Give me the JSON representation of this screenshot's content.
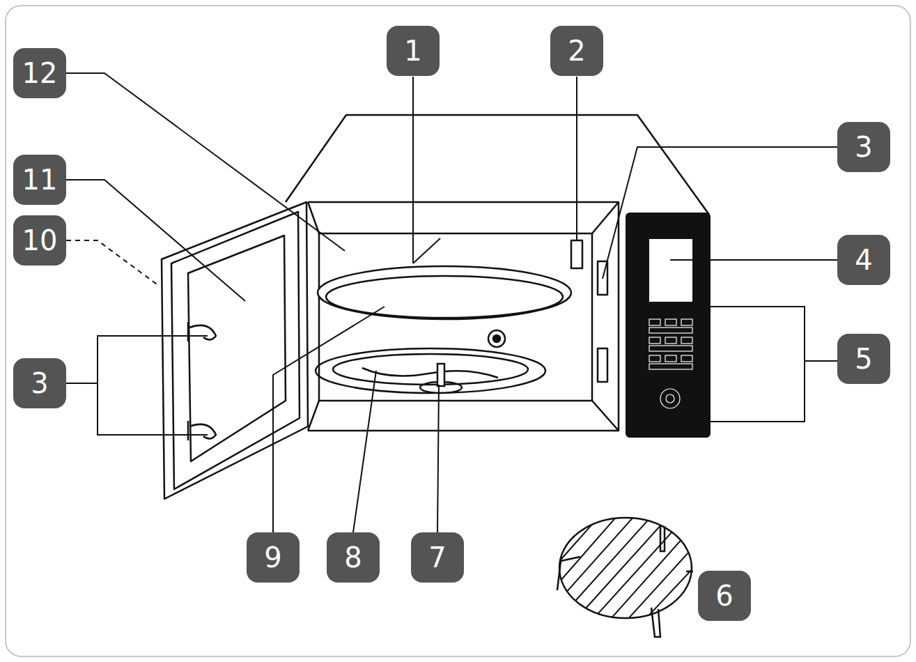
{
  "diagram": {
    "labels": [
      "12",
      "1",
      "2",
      "3",
      "11",
      "10",
      "4",
      "5",
      "3",
      "9",
      "8",
      "7",
      "6"
    ]
  }
}
